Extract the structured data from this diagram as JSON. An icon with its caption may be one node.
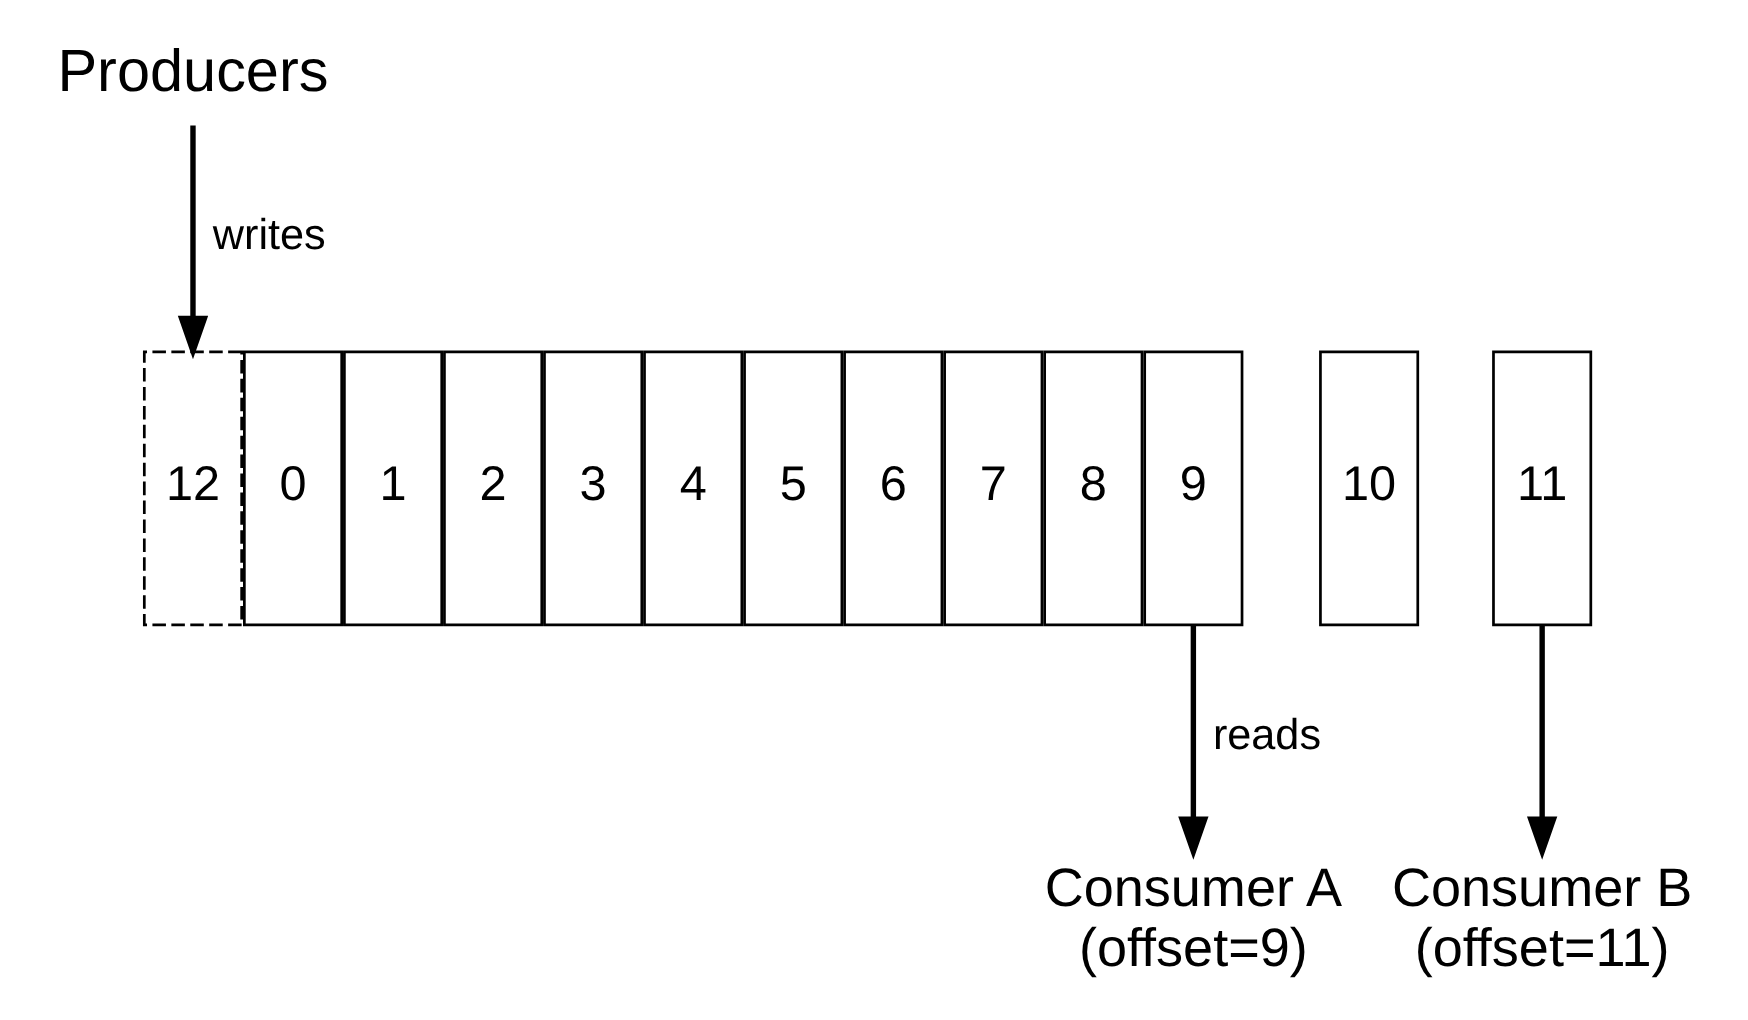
{
  "diagram": {
    "nodes": [
      {
        "text": [
          "Producers"
        ]
      },
      {
        "text": [
          "0"
        ]
      },
      {
        "text": [
          "1"
        ]
      },
      {
        "text": [
          "2"
        ]
      },
      {
        "text": [
          "3"
        ]
      },
      {
        "text": [
          "4"
        ]
      },
      {
        "text": [
          "5"
        ]
      },
      {
        "text": [
          "6"
        ]
      },
      {
        "text": [
          "7"
        ]
      },
      {
        "text": [
          "8"
        ]
      },
      {
        "text": [
          "9"
        ]
      },
      {
        "text": [
          "10"
        ]
      },
      {
        "text": [
          "11"
        ]
      },
      {
        "text": [
          "12"
        ]
      },
      {
        "text": [
          "Consumer A",
          "(offset=9)"
        ]
      },
      {
        "text": [
          "Consumer B",
          "(offset=11)"
        ]
      }
    ],
    "edges": [
      {
        "from": 0,
        "to": 13,
        "arrow": "to",
        "label": "writes"
      },
      {
        "from": 10,
        "to": 14,
        "arrow": "to",
        "label": "reads"
      },
      {
        "from": 12,
        "to": 15,
        "arrow": "to"
      }
    ]
  }
}
